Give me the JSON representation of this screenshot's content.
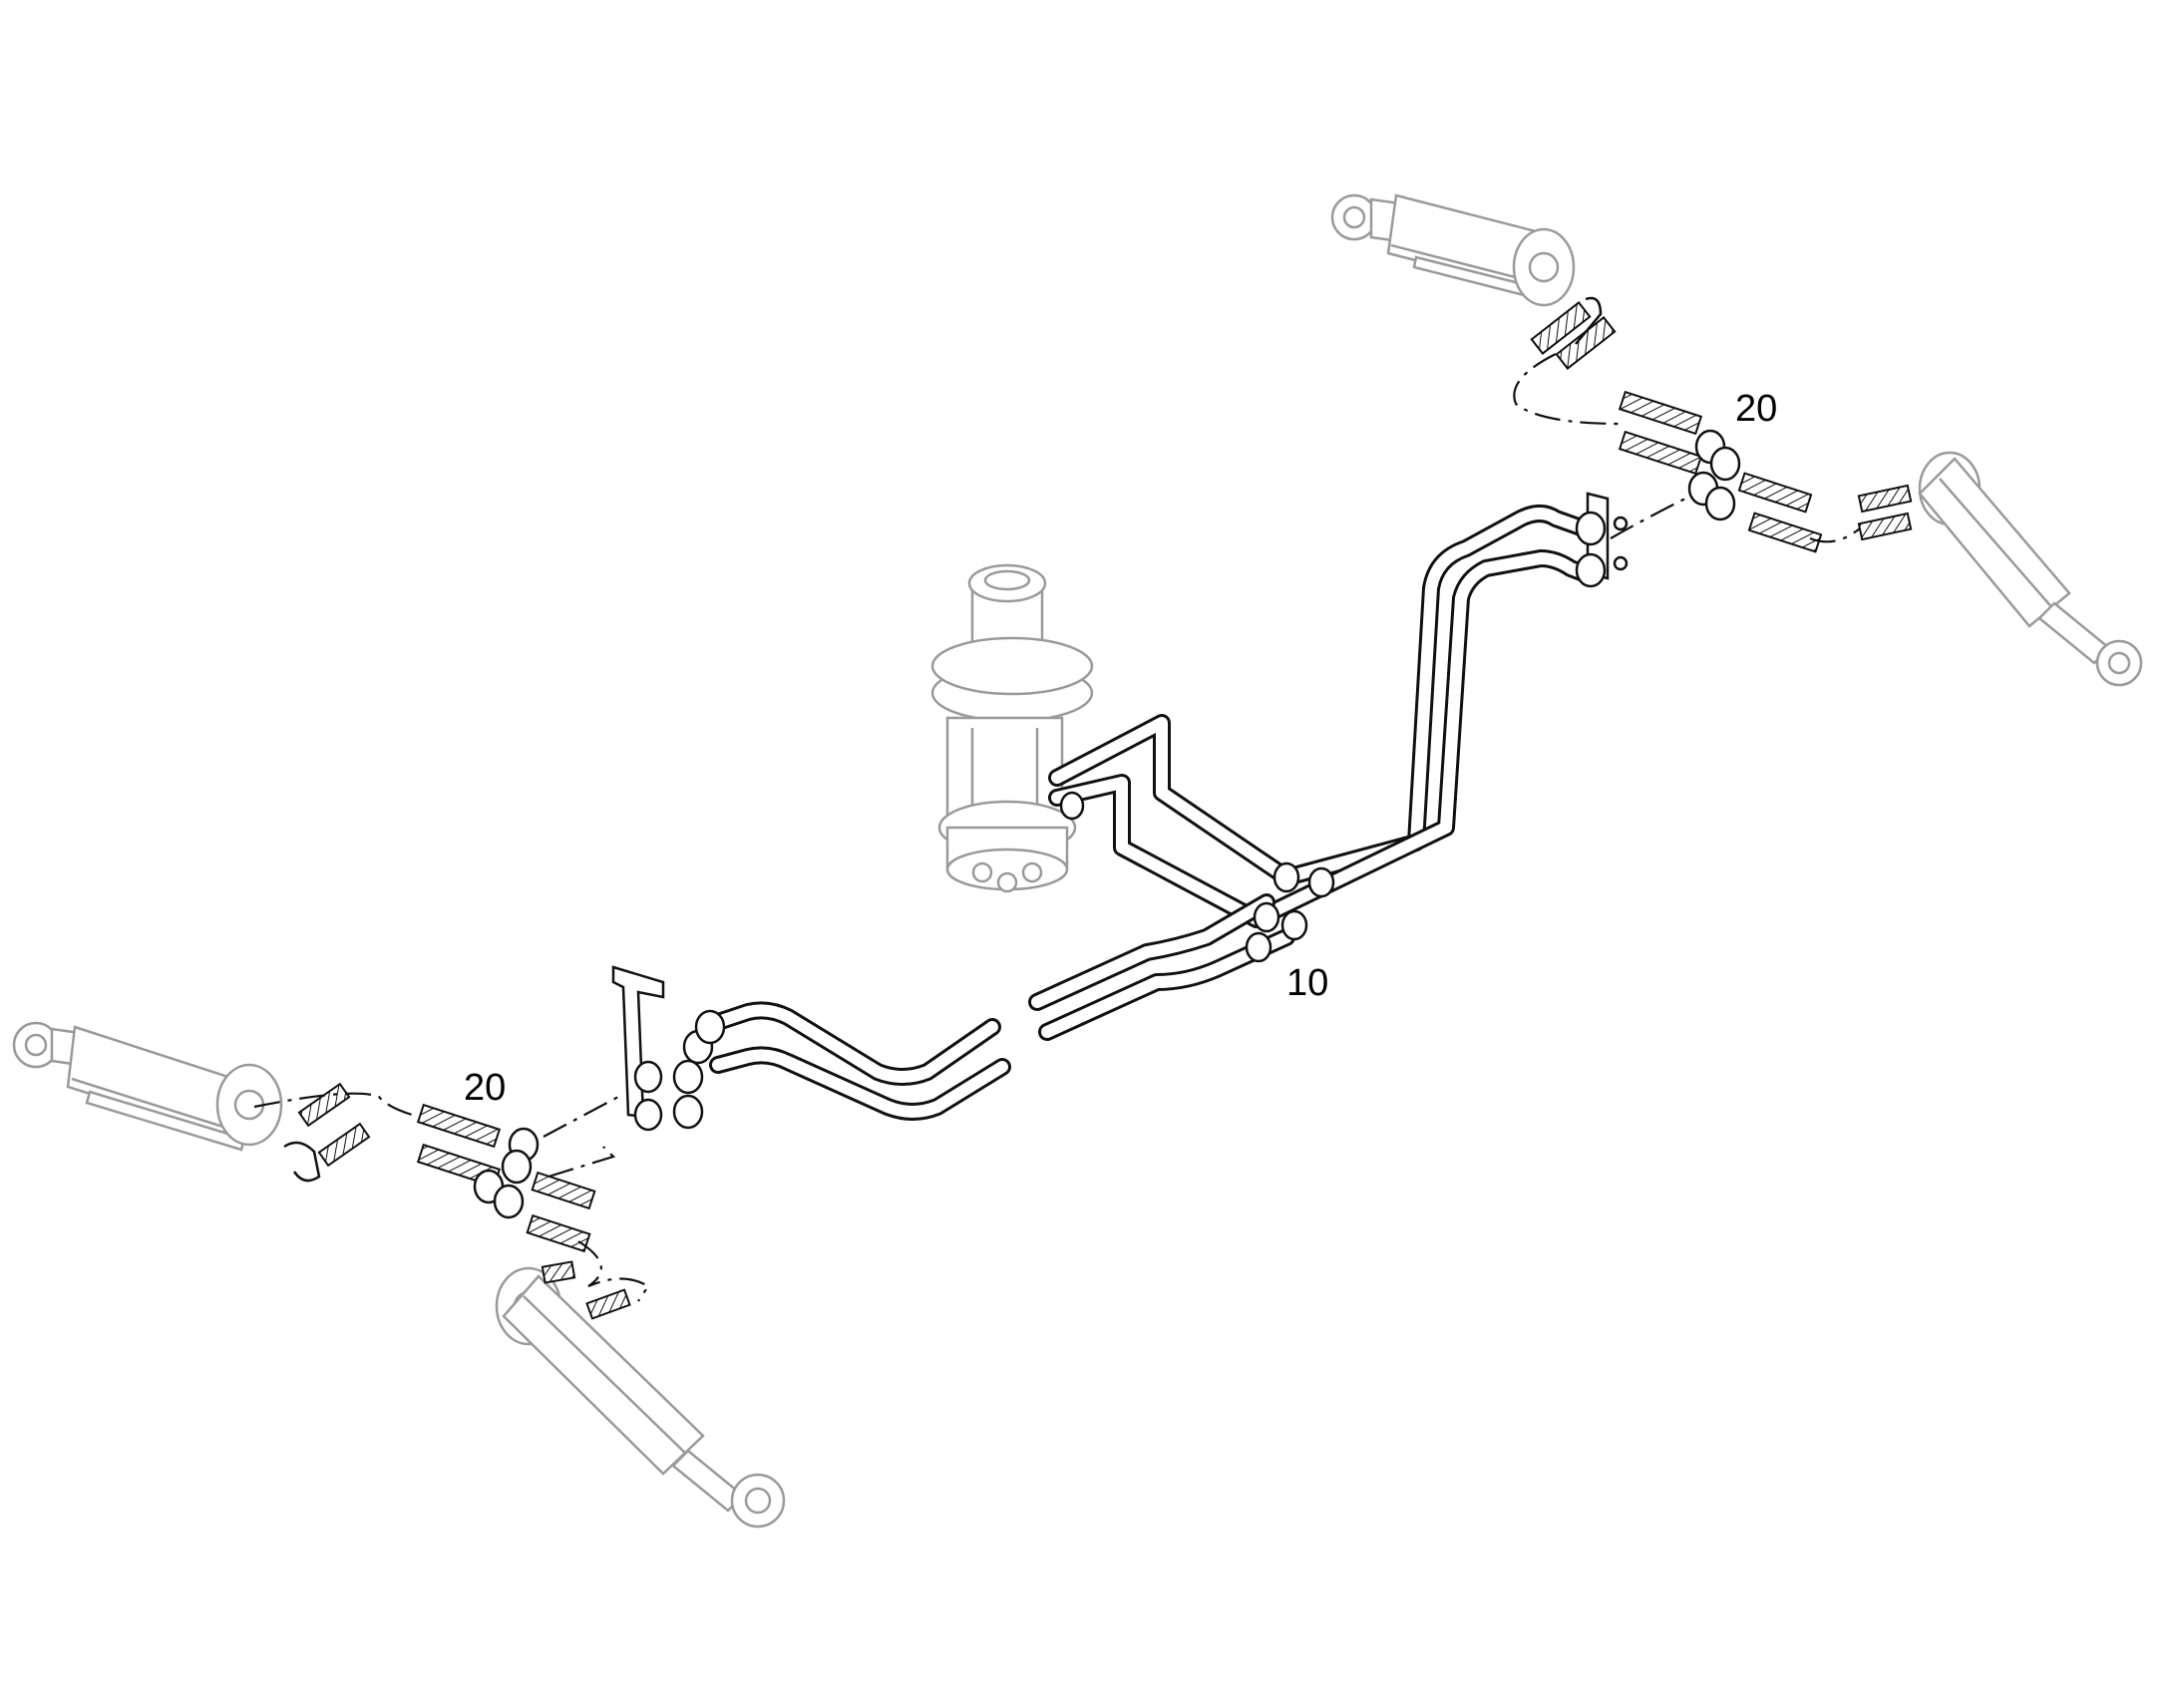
{
  "diagram": {
    "callouts": [
      {
        "id": "callout-10",
        "text": "10"
      },
      {
        "id": "callout-20-right",
        "text": "20"
      },
      {
        "id": "callout-20-left",
        "text": "20"
      }
    ]
  },
  "colors": {
    "line": "#111111",
    "ghost_part": "#9a9a9a",
    "background": "#ffffff"
  }
}
